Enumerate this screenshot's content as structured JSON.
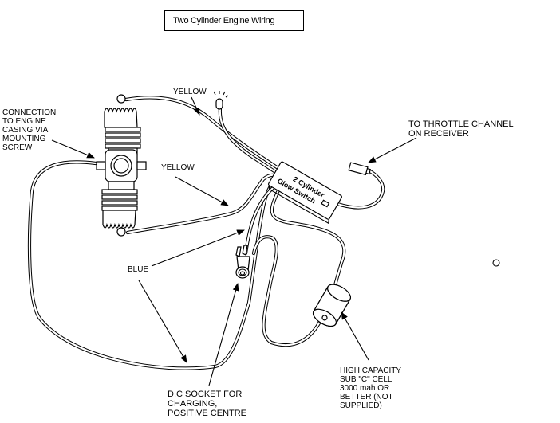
{
  "title": "Two Cylinder Engine Wiring",
  "labels": {
    "connection": "CONNECTION\nTO ENGINE\nCASING VIA\nMOUNTING\nSCREW",
    "yellow_top": "YELLOW",
    "yellow_mid": "YELLOW",
    "throttle": "TO THROTTLE CHANNEL\nON RECEIVER",
    "blue": "BLUE",
    "dc_socket": "D.C SOCKET FOR\nCHARGING,\nPOSITIVE CENTRE",
    "battery": "HIGH CAPACITY\nSUB \"C\" CELL\n3000 mah OR\nBETTER (NOT\nSUPPLIED)"
  },
  "switch_box": {
    "line1": "2 Cylinder",
    "line2": "Glow Switch"
  },
  "components": [
    "two-cylinder-engine",
    "glow-plug-top",
    "glow-plug-bottom",
    "glow-switch-box",
    "led-indicator",
    "receiver-connector",
    "dc-charging-socket",
    "sub-c-battery"
  ],
  "wire_colors": [
    "YELLOW",
    "YELLOW",
    "BLUE"
  ]
}
